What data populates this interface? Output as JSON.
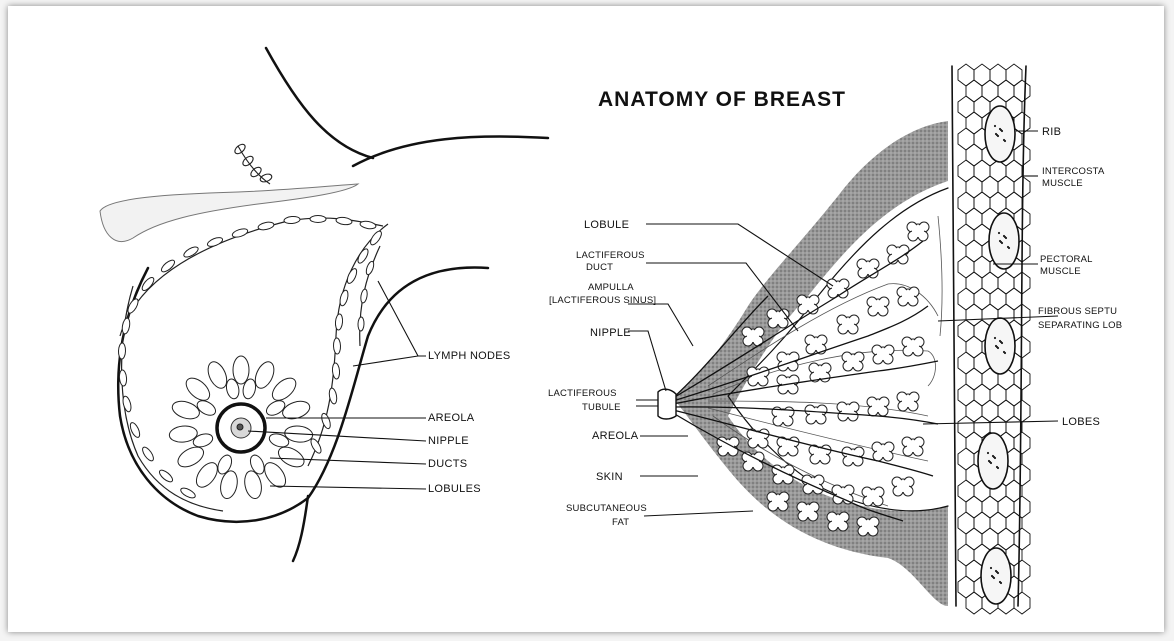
{
  "title": "ANATOMY OF BREAST",
  "front_view": {
    "labels": {
      "lymph_nodes": "LYMPH NODES",
      "areola": "AREOLA",
      "nipple": "NIPPLE",
      "ducts": "DUCTS",
      "lobules": "LOBULES"
    }
  },
  "cross_section": {
    "labels": {
      "lobule": "LOBULE",
      "lactiferous_duct_1": "LACTIFEROUS",
      "lactiferous_duct_2": "DUCT",
      "ampulla_1": "AMPULLA",
      "ampulla_2": "[LACTIFEROUS SINUS]",
      "nipple": "NIPPLE",
      "lactiferous_tubule_1": "LACTIFEROUS",
      "lactiferous_tubule_2": "TUBULE",
      "areola": "AREOLA",
      "skin": "SKIN",
      "subcutaneous_fat_1": "SUBCUTANEOUS",
      "subcutaneous_fat_2": "FAT",
      "rib": "RIB",
      "intercostal_muscle_1": "INTERCOSTA",
      "intercostal_muscle_2": "MUSCLE",
      "pectoral_muscle_1": "PECTORAL",
      "pectoral_muscle_2": "MUSCLE",
      "fibrous_septa_1": "FIBROUS SEPTU",
      "fibrous_septa_2": "SEPARATING LOB",
      "lobes": "LOBES"
    }
  },
  "colors": {
    "ink": "#111111",
    "shade": "#8a8a8a",
    "background": "#ffffff"
  }
}
